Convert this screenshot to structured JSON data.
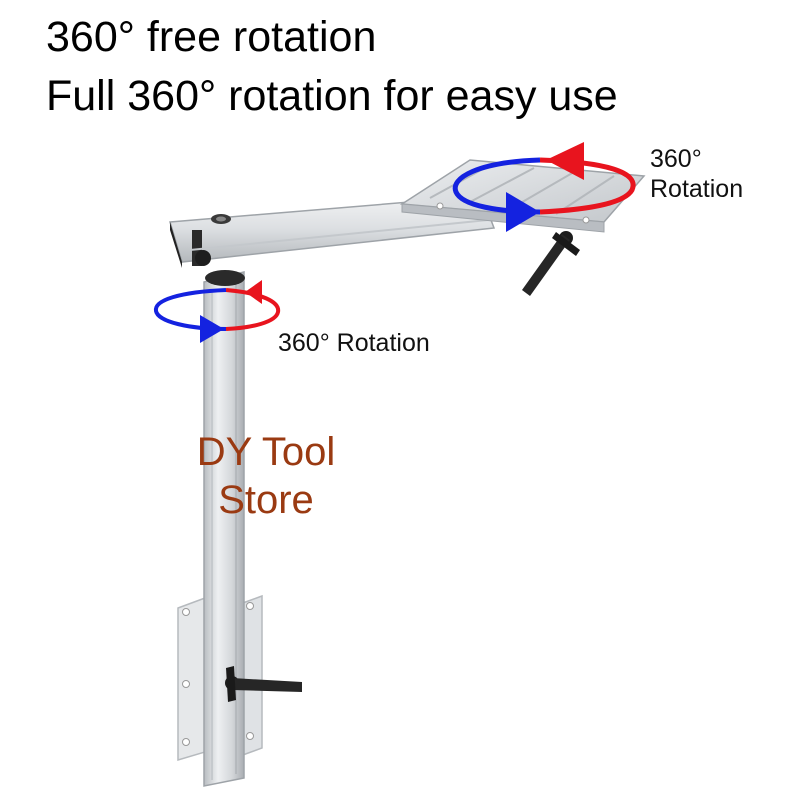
{
  "headline": {
    "line1": "360° free rotation",
    "line2": "Full 360° rotation for easy use"
  },
  "annotations": {
    "top_rotation_line1": "360°",
    "top_rotation_line2": "Rotation",
    "post_rotation": "360° Rotation"
  },
  "watermark": "DY Tool Store",
  "colors": {
    "arrow_red": "#e8141e",
    "arrow_blue": "#1422e0",
    "watermark": "#9a3a12",
    "aluminium": "#d9dcdf"
  }
}
